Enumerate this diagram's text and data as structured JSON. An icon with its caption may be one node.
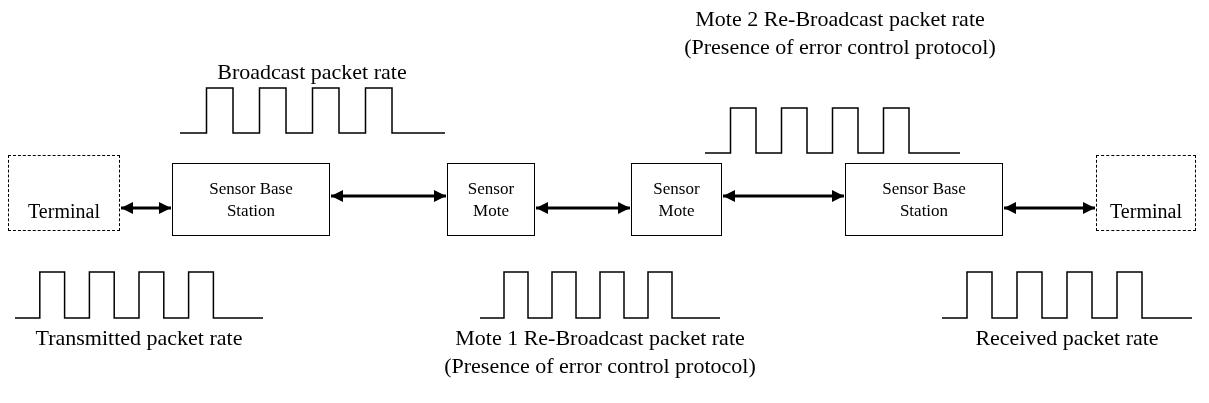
{
  "diagram": {
    "nodes": [
      {
        "text": [
          "Terminal"
        ]
      },
      {
        "text": [
          "Sensor Base Station"
        ]
      },
      {
        "text": [
          "Sensor Mote"
        ]
      },
      {
        "text": [
          "Sensor Mote"
        ]
      },
      {
        "text": [
          "Sensor Base Station"
        ]
      },
      {
        "text": [
          "Terminal"
        ]
      }
    ],
    "edges": [
      {
        "from": 0,
        "to": 1,
        "arrow": "both"
      },
      {
        "from": 1,
        "to": 2,
        "arrow": "both"
      },
      {
        "from": 2,
        "to": 3,
        "arrow": "both"
      },
      {
        "from": 3,
        "to": 4,
        "arrow": "both"
      },
      {
        "from": 4,
        "to": 5,
        "arrow": "both"
      }
    ],
    "labels": [
      "Mote 2 Re-Broadcast packet rate (Presence of error control protocol)",
      "Broadcast packet rate",
      "Transmitted packet rate",
      "Mote 1 Re-Broadcast packet rate (Presence of error control protocol)",
      "Received packet rate"
    ]
  }
}
